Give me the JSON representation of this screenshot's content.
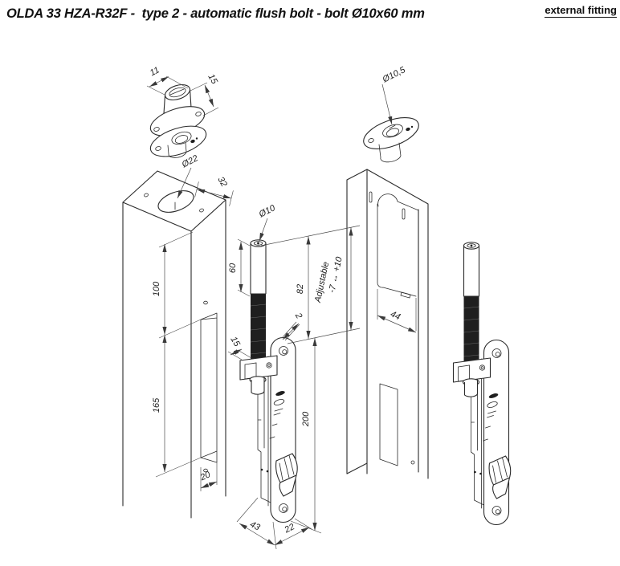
{
  "header": {
    "title": "OLDA 33 HZA-R32F -  type 2 - automatic flush bolt - bolt Ø10x60 mm",
    "fitting_type": "external fitting"
  },
  "drawing": {
    "guide_bush": {
      "flange_width": "11",
      "bush_height": "15",
      "hole_diameter": "Ø22"
    },
    "socket_plate": {
      "hole_diameter": "Ø10,5"
    },
    "left_stile": {
      "face_width": "32",
      "top_distance": "100",
      "cutout_height": "165",
      "cutout_width": "20"
    },
    "bolt": {
      "diameter": "Ø10",
      "length": "60",
      "extension": "82",
      "adjust_label": "Adjustable",
      "adjust_range": "-7 ↔ +10"
    },
    "bolt_unit": {
      "plate_thickness": "2",
      "bracket_depth": "15",
      "faceplate_length": "200",
      "case_depth": "43",
      "faceplate_width": "22"
    },
    "right_frame": {
      "recess_width": "44"
    }
  },
  "colors": {
    "line": "#2b2b2b",
    "dimension": "#4a4a4a",
    "thread_fill": "#1f1f1f",
    "background": "#ffffff"
  }
}
